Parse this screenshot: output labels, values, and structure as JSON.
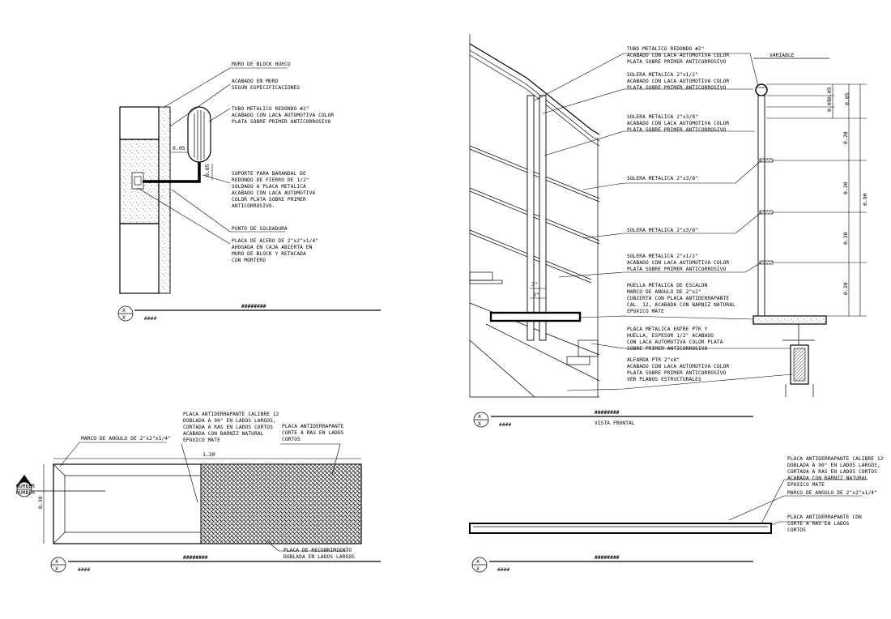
{
  "detail1": {
    "n1": "MURO DE BLOCK HUECO",
    "n2a": "ACABADO EN MURO",
    "n2b": "SEGUN ESPECIFICACIONES",
    "n3a": "TUBO METALICO REDONDO #2\"",
    "n3b": "ACABADO CON LACA AUTOMOTIVA COLOR",
    "n3c": "PLATA SOBRE PRIMER ANTICORROSIVO",
    "n4a": "SOPORTE PARA BARANDAL DE",
    "n4b": "REDONDO DE FIERRO DE 1/2\"",
    "n4c": "SOLDADO A PLACA METALICA",
    "n4d": "ACABADO CON LACA AUTOMOTIVA",
    "n4e": "COLOR PLATA SOBRE PRIMER",
    "n4f": "ANTICORROSIVO.",
    "n5": "PUNTO DE SOLDADURA",
    "n6a": "PLACA DE ACERO DE 2\"x2\"x1/4\"",
    "n6b": "AHOGADA EN CAJA ABIERTA EN",
    "n6c": "MURO DE BLOCK Y RETACADA",
    "n6d": "CON MORTERO",
    "d1": "0.05",
    "d2": "0.05",
    "title": "########",
    "scale": "####"
  },
  "detail2": {
    "n1a": "TUBO METALICO REDONDO #2\"",
    "n1b": "ACABADO CON LACA AUTOMOTIVA COLOR",
    "n1c": "PLATA SOBRE PRIMER ANTICORROSIVO",
    "n2a": "SOLERA METALICA 2\"x1/2\"",
    "n2b": "ACABADO CON LACA AUTOMOTIVA COLOR",
    "n2c": "PLATA SOBRE PRIMER ANTICORROSIVO",
    "n3a": "SOLERA METALICA 2\"x3/8\"",
    "n3b": "ACABADO CON LACA AUTOMOTIVA COLOR",
    "n3c": "PLATA SOBRE PRIMER ANTICORROSIVO",
    "n4": "SOLERA METALICA 2\"x3/8\"",
    "n5": "SOLERA METALICA 2\"x3/8\"",
    "n6a": "SOLERA METALICA 2\"x1/2\"",
    "n6b": "ACABADO CON LACA AUTOMOTIVA COLOR",
    "n6c": "PLATA SOBRE PRIMER ANTICORROSIVO",
    "n7a": "HUELLA METALICA DE ESCALON",
    "n7b": "MARCO DE ANGULO DE 2\"x2\"",
    "n7c": "CUBIERTA CON PLACA ANTIDERRAPANTE",
    "n7d": "CAL. 12, ACABADA CON BARNIZ NATURAL",
    "n7e": "EPOXICO MATE",
    "n8a": "PLACA METALICA ENTRE PTR Y",
    "n8b": "HUELLA, ESPESOR 1/2\" ACABADO",
    "n8c": "CON LACA AUTOMOTIVA COLOR PLATA",
    "n8d": "SOBRE PRIMER ANTICORROSIVO",
    "n9a": "ALFARDA PTR 2\"x8\"",
    "n9b": "ACABADO CON LACA AUTOMOTIVA COLOR",
    "n9c": "PLATA SOBRE PRIMER ANTICORROSIVO",
    "n9d": "VER PLANOS ESTRUCTURALES",
    "variable": "VARIABLE",
    "dA": "0.05",
    "dB": "0.05",
    "dC": "0.05",
    "dD": "0.20",
    "dE": "0.20",
    "dF": "0.20",
    "dG": "0.20",
    "dH": "0.90",
    "dI": "3\"",
    "dJ": "2\"",
    "title": "########",
    "subtitle": "VISTA FRONTAL",
    "scale": "####"
  },
  "detail3": {
    "n1a": "PLACA ANTIDERRAPANTE CALIBRE 12",
    "n1b": "DOBLADA A 90° EN LADOS LARGOS,",
    "n1c": "CORTADA A RAS EN LADOS CORTOS",
    "n1d": "ACABADA CON BARNIZ NATURAL",
    "n1e": "EPOXICO MATE",
    "n2a": "PLACA ANTIDERRAPANTE",
    "n2b": "CORTE A RAS EN LADOS",
    "n2c": "CORTOS",
    "n3": "MARCO DE ANGULO DE 2\"x2\"x1/4\"",
    "n4a": "PLACA DE RECUBRIMIENTO",
    "n4b": "DOBLADA EN LADOS LARGOS",
    "dW": "1.20",
    "dH": "0.30",
    "sectA": "NUMBER",
    "sectB": "NUMBER",
    "title": "########",
    "scale": "####"
  },
  "detail4": {
    "n1a": "PLACA ANTIDERRAPANTE CALIBRE 12",
    "n1b": "DOBLADA A 90° EN LADOS LARGOS,",
    "n1c": "CORTADA A RAS EN LADOS CORTOS",
    "n1d": "ACABADA CON BARNIZ NATURAL",
    "n1e": "EPOXICO MATE",
    "n2": "MARCO DE ANGULO DE 2\"x2\"x1/4\"",
    "n3a": "PLACA ANTIDERRAPANTE CON",
    "n3b": "CORTE A RAS EN LADOS",
    "n3c": "CORTOS",
    "title": "########",
    "scale": "####"
  },
  "marker": "X"
}
